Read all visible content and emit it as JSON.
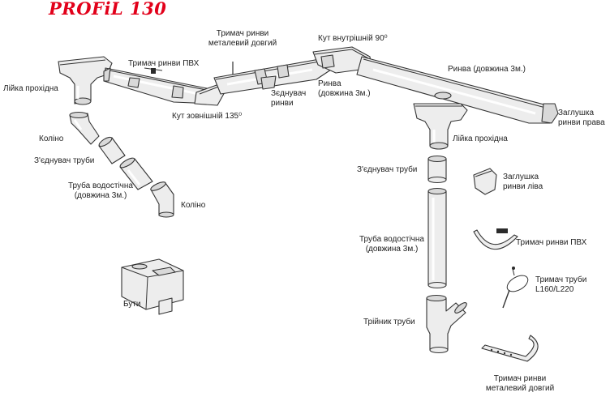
{
  "brand": {
    "title": "PROFiL 130"
  },
  "labels": {
    "outlet_left": "Лійка прохідна",
    "bracket_pvc_top": "Тримач ринви ПВХ",
    "metal_long_top_1": "Тримач ринви",
    "metal_long_top_2": "металевий довгий",
    "inner_corner": "Кут внутрішній 90⁰",
    "gutter_right": "Ринва (довжина 3м.)",
    "end_cap_right_1": "Заглушка",
    "end_cap_right_2": "ринви права",
    "outer_corner": "Кут зовнішній 135⁰",
    "connector_1": "Зєднувач",
    "connector_2": "ринви",
    "gutter_mid_1": "Ринва",
    "gutter_mid_2": "(довжина 3м.)",
    "outlet_right": "Лійка прохідна",
    "elbow_top": "Коліно",
    "pipe_coupling_left": "З'єднувач труби",
    "pipe_left_1": "Труба водостічна",
    "pipe_left_2": "(довжина 3м.)",
    "elbow_bottom": "Коліно",
    "pipe_coupling_right": "З'єднувач труби",
    "end_cap_left_1": "Заглушка",
    "end_cap_left_2": "ринви ліва",
    "pipe_right_1": "Труба водостічна",
    "pipe_right_2": "(довжина 3м.)",
    "bracket_pvc_right": "Тримач ринви ПВХ",
    "pipe_clamp_1": "Тримач труби",
    "pipe_clamp_2": "L160/L220",
    "water_butt": "Бути",
    "pipe_tee": "Трійник труби",
    "metal_long_bottom_1": "Тримач ринви",
    "metal_long_bottom_2": "металевий довгий"
  }
}
